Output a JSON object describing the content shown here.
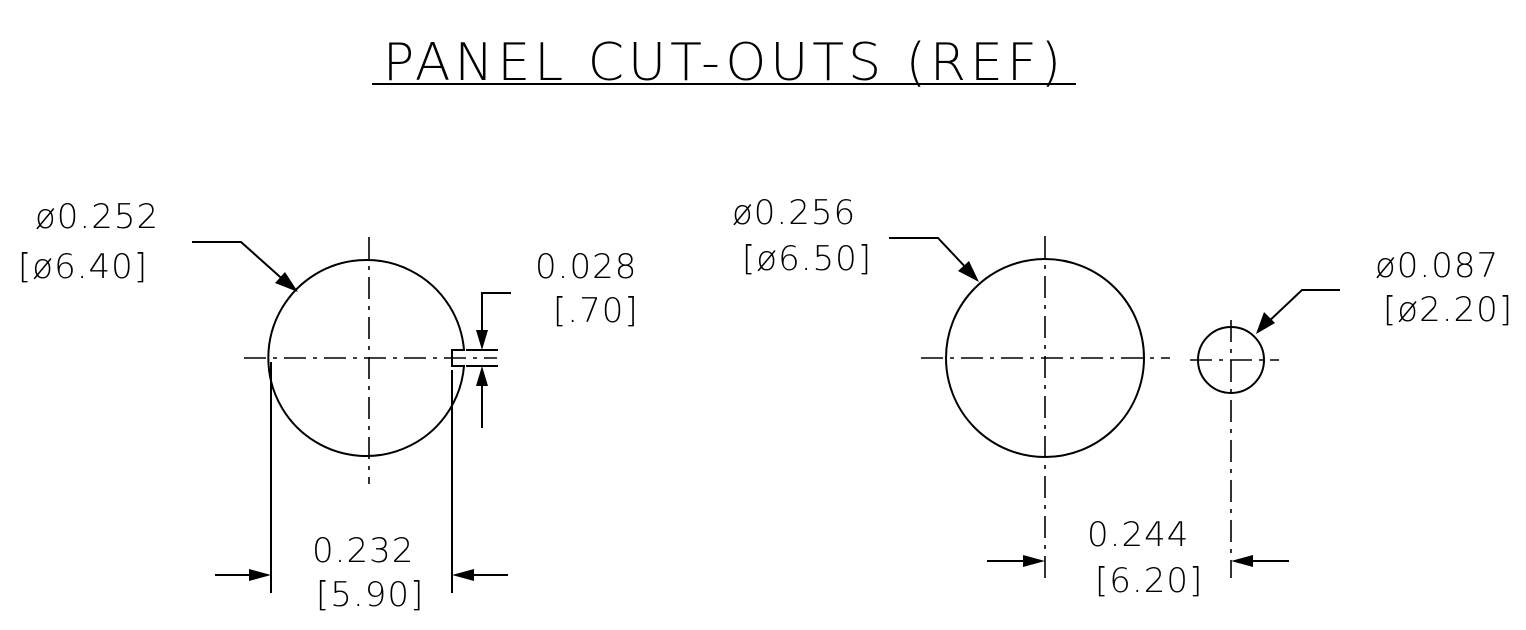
{
  "title": "PANEL CUT-OUTS (REF)",
  "left_cutout": {
    "diameter_in": "ø0.252",
    "diameter_mm": "[ø6.40]",
    "key_width_in": "0.028",
    "key_width_mm": "[.70]",
    "flat_width_in": "0.232",
    "flat_width_mm": "[5.90]"
  },
  "right_cutout": {
    "large_diameter_in": "ø0.256",
    "large_diameter_mm": "[ø6.50]",
    "small_diameter_in": "ø0.087",
    "small_diameter_mm": "[ø2.20]",
    "spacing_in": "0.244",
    "spacing_mm": "[6.20]"
  },
  "colors": {
    "ink": "#000000",
    "paper": "#ffffff"
  }
}
